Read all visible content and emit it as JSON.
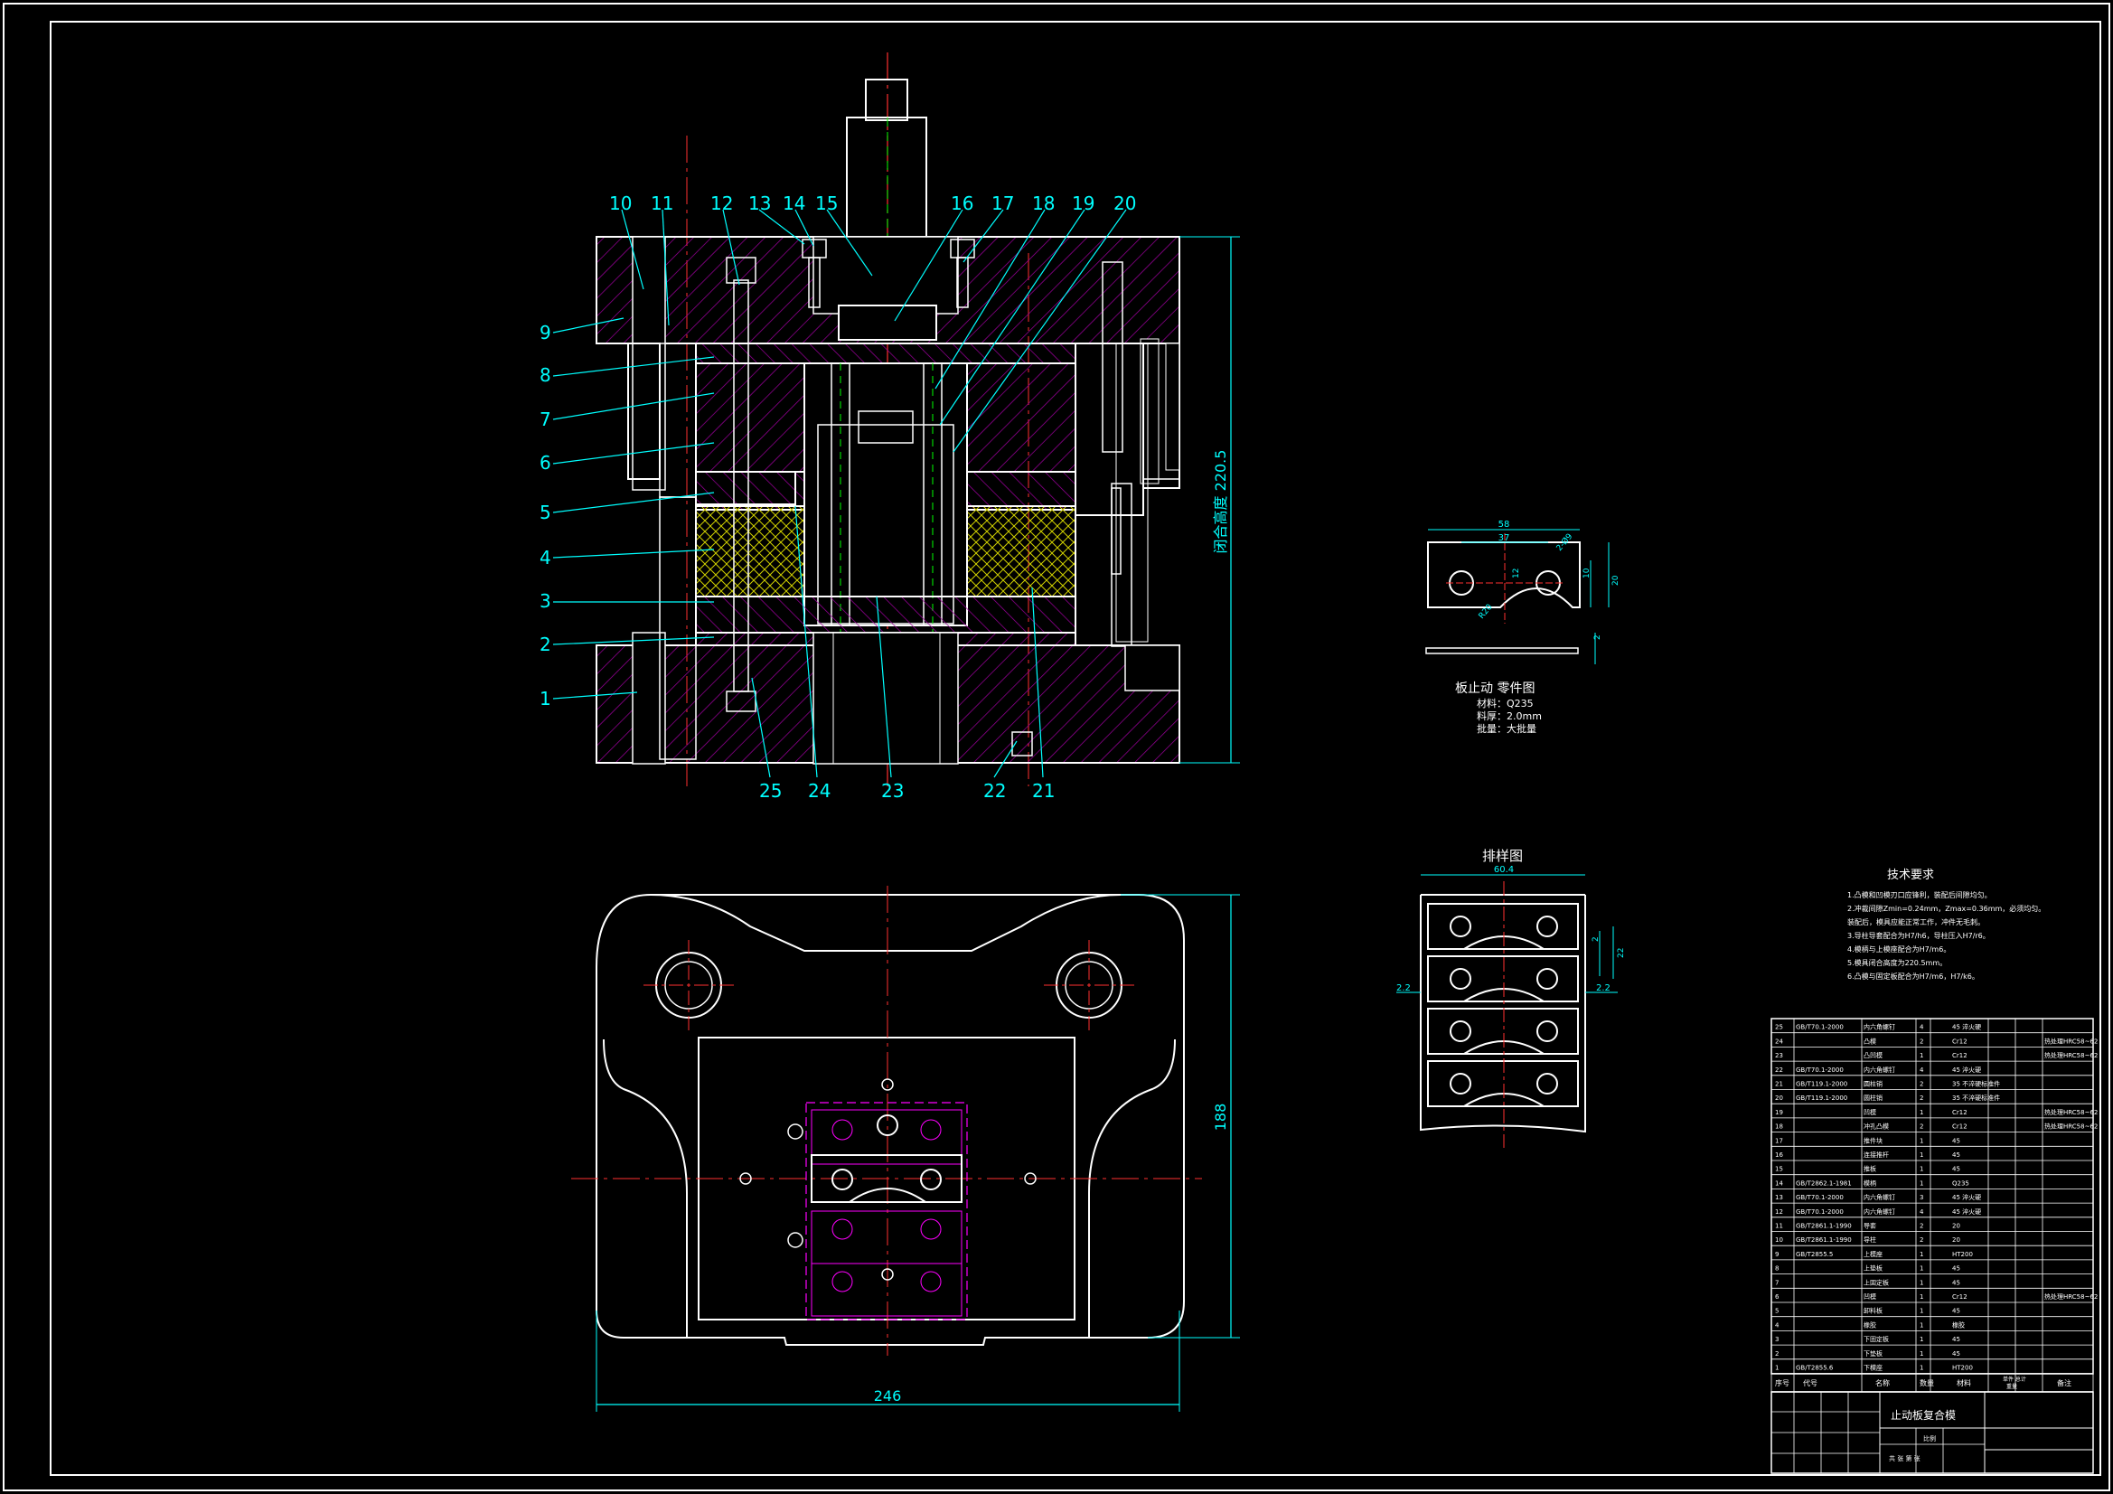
{
  "colors": {
    "background": "#000000",
    "white": "#ffffff",
    "cyan": "#00ffff",
    "red": "#ff3030",
    "magenta": "#ff00ff",
    "green": "#00ff00",
    "yellow": "#ffff00",
    "hatch": "#c000c0"
  },
  "callouts_top": [
    "10",
    "11",
    "12",
    "13",
    "14",
    "15",
    "16",
    "17",
    "18",
    "19",
    "20"
  ],
  "callouts_left": [
    "9",
    "8",
    "7",
    "6",
    "5",
    "4",
    "3",
    "2",
    "1"
  ],
  "callouts_bottom": [
    "25",
    "24",
    "23",
    "22",
    "21"
  ],
  "dims": {
    "closed_height": "闭合高度 220.5",
    "height_188": "188",
    "width_246": "246"
  },
  "part_drawing": {
    "title": "板止动 零件图",
    "material": "材料：Q235",
    "thickness": "料厚：2.0mm",
    "batch": "批量：大批量",
    "dim_58": "58",
    "dim_37": "37",
    "dim_r": "2-Ø9",
    "dim_12": "12",
    "dim_10": "10",
    "dim_20": "20",
    "dim_r20": "R20",
    "dim_2": "2"
  },
  "layout_drawing": {
    "title": "排样图",
    "dim_width": "60.4",
    "dim_left": "2.2",
    "dim_right": "2.2",
    "dim_pitch": "22",
    "dim_2": "2"
  },
  "tech_req": {
    "title": "技术要求",
    "lines": [
      "1.凸模和凹模刃口应锋利，装配后间隙均匀。",
      "2.冲裁间隙Zmin=0.24mm，Zmax=0.36mm，必须均匀。",
      "  装配后，模具应能正常工作，冲件无毛刺。",
      "3.导柱导套配合为H7/h6，导柱压入H7/r6。",
      "4.模柄与上模座配合为H7/m6。",
      "5.模具闭合高度为220.5mm。",
      "6.凸模与固定板配合为H7/m6，H7/k6。"
    ]
  },
  "bom": [
    {
      "no": "25",
      "code": "GB/T70.1-2000",
      "name": "内六角螺钉",
      "qty": "4",
      "mat": "45 淬火硬",
      "note": ""
    },
    {
      "no": "24",
      "code": "",
      "name": "凸模",
      "qty": "2",
      "mat": "Cr12",
      "note": "热处理HRC58~62"
    },
    {
      "no": "23",
      "code": "",
      "name": "凸凹模",
      "qty": "1",
      "mat": "Cr12",
      "note": "热处理HRC58~62"
    },
    {
      "no": "22",
      "code": "GB/T70.1-2000",
      "name": "内六角螺钉",
      "qty": "4",
      "mat": "45 淬火硬",
      "note": ""
    },
    {
      "no": "21",
      "code": "GB/T119.1-2000",
      "name": "圆柱销",
      "qty": "2",
      "mat": "35 不淬硬标准件",
      "note": ""
    },
    {
      "no": "20",
      "code": "GB/T119.1-2000",
      "name": "圆柱销",
      "qty": "2",
      "mat": "35 不淬硬标准件",
      "note": ""
    },
    {
      "no": "19",
      "code": "",
      "name": "凹模",
      "qty": "1",
      "mat": "Cr12",
      "note": "热处理HRC58~62"
    },
    {
      "no": "18",
      "code": "",
      "name": "冲孔凸模",
      "qty": "2",
      "mat": "Cr12",
      "note": "热处理HRC58~62"
    },
    {
      "no": "17",
      "code": "",
      "name": "推件块",
      "qty": "1",
      "mat": "45",
      "note": ""
    },
    {
      "no": "16",
      "code": "",
      "name": "连接推杆",
      "qty": "1",
      "mat": "45",
      "note": ""
    },
    {
      "no": "15",
      "code": "",
      "name": "推板",
      "qty": "1",
      "mat": "45",
      "note": ""
    },
    {
      "no": "14",
      "code": "GB/T2862.1-1981",
      "name": "模柄",
      "qty": "1",
      "mat": "Q235",
      "note": ""
    },
    {
      "no": "13",
      "code": "GB/T70.1-2000",
      "name": "内六角螺钉",
      "qty": "3",
      "mat": "45 淬火硬",
      "note": ""
    },
    {
      "no": "12",
      "code": "GB/T70.1-2000",
      "name": "内六角螺钉",
      "qty": "4",
      "mat": "45 淬火硬",
      "note": ""
    },
    {
      "no": "11",
      "code": "GB/T2861.1-1990",
      "name": "导套",
      "qty": "2",
      "mat": "20",
      "note": ""
    },
    {
      "no": "10",
      "code": "GB/T2861.1-1990",
      "name": "导柱",
      "qty": "2",
      "mat": "20",
      "note": ""
    },
    {
      "no": "9",
      "code": "GB/T2855.5",
      "name": "上模座",
      "qty": "1",
      "mat": "HT200",
      "note": ""
    },
    {
      "no": "8",
      "code": "",
      "name": "上垫板",
      "qty": "1",
      "mat": "45",
      "note": ""
    },
    {
      "no": "7",
      "code": "",
      "name": "上固定板",
      "qty": "1",
      "mat": "45",
      "note": ""
    },
    {
      "no": "6",
      "code": "",
      "name": "凹模",
      "qty": "1",
      "mat": "Cr12",
      "note": "热处理HRC58~62"
    },
    {
      "no": "5",
      "code": "",
      "name": "卸料板",
      "qty": "1",
      "mat": "45",
      "note": ""
    },
    {
      "no": "4",
      "code": "",
      "name": "橡胶",
      "qty": "1",
      "mat": "橡胶",
      "note": ""
    },
    {
      "no": "3",
      "code": "",
      "name": "下固定板",
      "qty": "1",
      "mat": "45",
      "note": ""
    },
    {
      "no": "2",
      "code": "",
      "name": "下垫板",
      "qty": "1",
      "mat": "45",
      "note": ""
    },
    {
      "no": "1",
      "code": "GB/T2855.6",
      "name": "下模座",
      "qty": "1",
      "mat": "HT200",
      "note": ""
    }
  ],
  "bom_header": {
    "no": "序号",
    "code": "代号",
    "name": "名称",
    "qty": "数量",
    "mat": "材料",
    "weight": "单件 总计",
    "w2": "重量",
    "note": "备注"
  },
  "title_block": {
    "drawing_name": "止动板复合模",
    "ratio": "比例",
    "sheet": "共 张 第 张"
  }
}
